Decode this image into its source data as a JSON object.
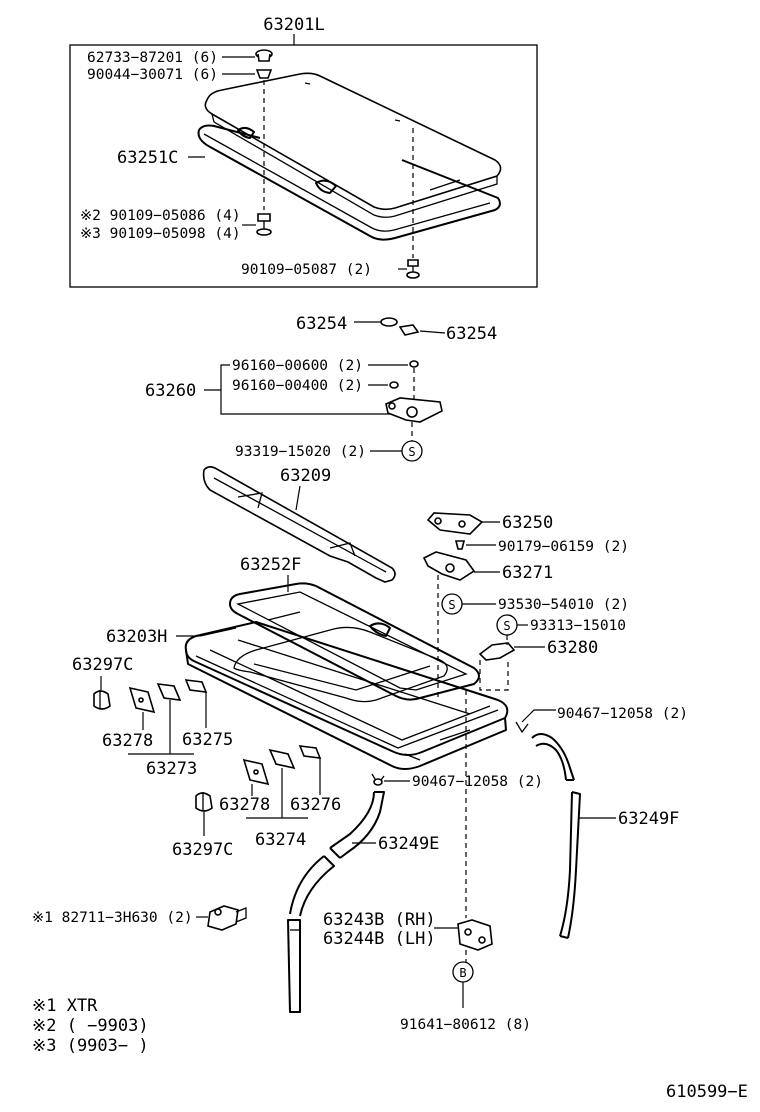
{
  "labels": {
    "l63201L": "63201L",
    "l62733": "62733−87201 (6)",
    "l90044": "90044−30071 (6)",
    "l63251C": "63251C",
    "l90109_05086": "※2 90109−05086 (4)",
    "l90109_05098": "※3 90109−05098 (4)",
    "l90109_05087": "90109−05087 (2)",
    "l63254a": "63254",
    "l63254b": "63254",
    "l96160_00600": "96160−00600 (2)",
    "l96160_00400": "96160−00400 (2)",
    "l63260": "63260",
    "l93319": "93319−15020 (2)",
    "l63209": "63209",
    "l63250": "63250",
    "l90179": "90179−06159 (2)",
    "l63252F": "63252F",
    "l63271": "63271",
    "l93530": "93530−54010 (2)",
    "l63203H": "63203H",
    "l93313": "93313−15010",
    "l63297Ca": "63297C",
    "l63280": "63280",
    "l63278a": "63278",
    "l63275": "63275",
    "l90467a": "90467−12058 (2)",
    "l63273": "63273",
    "l90467b": "90467−12058 (2)",
    "l63278b": "63278",
    "l63276": "63276",
    "l63249F": "63249F",
    "l63274": "63274",
    "l63297Cb": "63297C",
    "l63249E": "63249E",
    "l82711": "※1 82711−3H630 (2)",
    "l63243B": "63243B (RH)",
    "l63244B": "63244B (LH)",
    "l91641": "91641−80612 (8)",
    "s_letter": "S",
    "b_letter": "B"
  },
  "notes": {
    "n1": "※1 XTR",
    "n2": "※2 (      −9903)",
    "n3": "※3 (9903−      )"
  },
  "diagram_id": "610599−E"
}
